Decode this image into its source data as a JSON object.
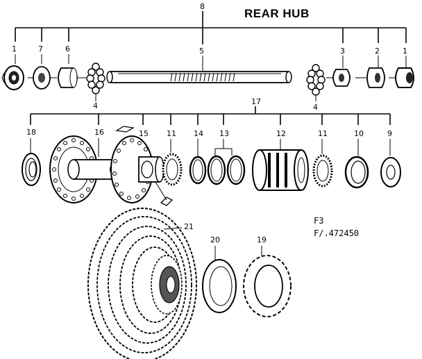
{
  "title": "REAR HUB",
  "figure_ref": "F3",
  "part_ref": "F/.472450",
  "group_labels": {
    "top": "8",
    "middle": "17"
  },
  "callouts": {
    "c1_left": "1",
    "c7": "7",
    "c6": "6",
    "c5": "5",
    "c3": "3",
    "c2": "2",
    "c1_right": "1",
    "c4_left": "4",
    "c4_right": "4",
    "c18": "18",
    "c16": "16",
    "c15": "15",
    "c11_left": "11",
    "c14": "14",
    "c13": "13",
    "c12": "12",
    "c11_right": "11",
    "c10": "10",
    "c9": "9",
    "c21": "21",
    "c20": "20",
    "c19": "19"
  }
}
